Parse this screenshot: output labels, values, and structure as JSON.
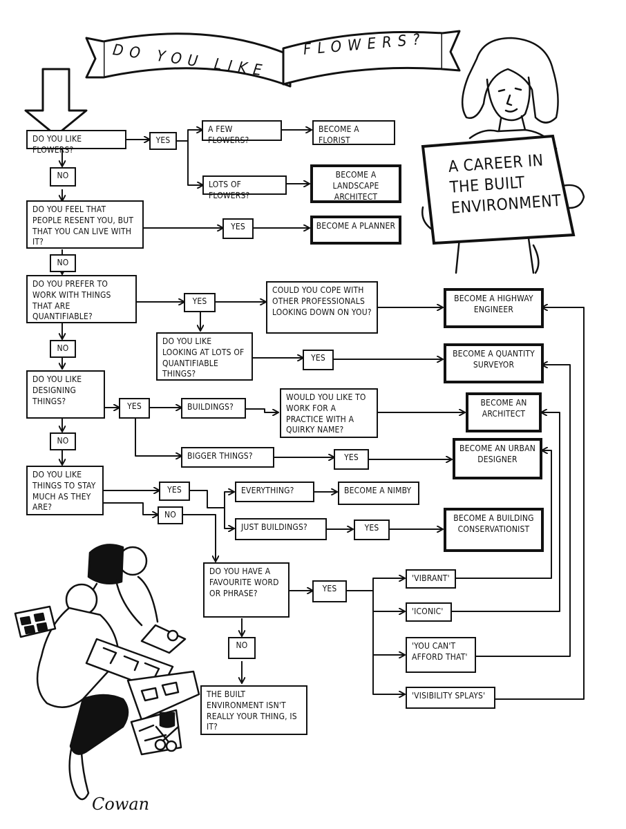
{
  "title": "DO YOU LIKE FLOWERS?",
  "title_left": "DO YOU LIKE",
  "title_right": "FLOWERS?",
  "sign": {
    "line1": "A CAREER IN",
    "line2": "THE BUILT",
    "line3": "ENVIRONMENT"
  },
  "signature": "Cowan",
  "questions": {
    "flowers": "DO YOU LIKE FLOWERS?",
    "resent": "DO YOU FEEL THAT PEOPLE RESENT YOU, BUT THAT YOU CAN LIVE WITH IT?",
    "quantifiable": "DO YOU PREFER TO WORK WITH THINGS THAT ARE QUANTIFIABLE?",
    "cope": "COULD YOU COPE WITH OTHER PROFESSIONALS LOOKING DOWN ON YOU?",
    "lots_quantifiable": "DO YOU LIKE LOOKING AT LOTS OF QUANTIFIABLE THINGS?",
    "designing": "DO YOU LIKE DESIGNING THINGS?",
    "buildings": "BUILDINGS?",
    "quirky": "WOULD YOU LIKE TO WORK FOR A PRACTICE WITH A QUIRKY NAME?",
    "bigger": "BIGGER THINGS?",
    "stay": "DO YOU LIKE THINGS TO STAY MUCH AS THEY ARE?",
    "everything": "EVERYTHING?",
    "just_buildings": "JUST BUILDINGS?",
    "few_flowers": "A FEW FLOWERS?",
    "lots_flowers": "LOTS OF FLOWERS?",
    "favourite": "DO YOU HAVE A FAVOURITE WORD OR PHRASE?"
  },
  "answers": {
    "yes": "YES",
    "no": "NO"
  },
  "outcomes": {
    "florist": "BECOME A FLORIST",
    "landscape": "BECOME A LANDSCAPE ARCHITECT",
    "planner": "BECOME A PLANNER",
    "highway": "BECOME A HIGHWAY ENGINEER",
    "quantity": "BECOME A QUANTITY SURVEYOR",
    "architect": "BECOME AN ARCHITECT",
    "urban": "BECOME AN URBAN DESIGNER",
    "nimby": "BECOME A NIMBY",
    "conservationist": "BECOME A BUILDING CONSERVATIONIST",
    "not_your_thing": "THE BUILT ENVIRONMENT ISN'T REALLY YOUR THING, IS IT?"
  },
  "phrases": {
    "vibrant": "'VIBRANT'",
    "iconic": "'ICONIC'",
    "afford": "'YOU CAN'T AFFORD THAT'",
    "splays": "'VISIBILITY SPLAYS'"
  }
}
